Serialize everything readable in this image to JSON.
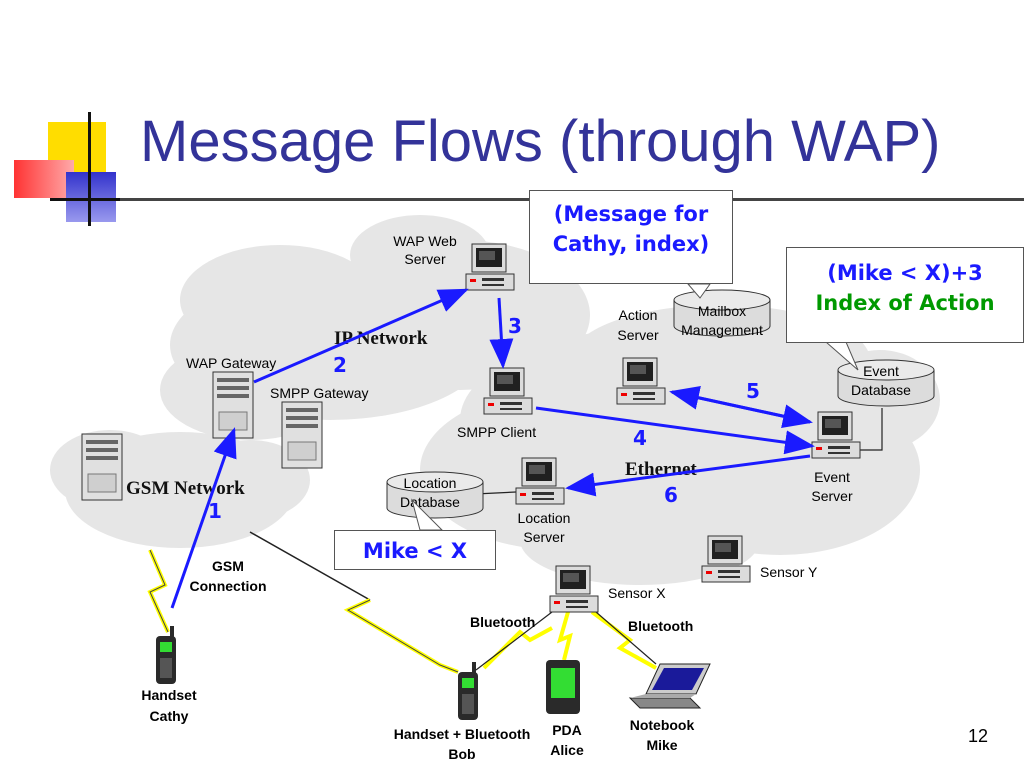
{
  "slide": {
    "title": "Message Flows (through WAP)",
    "page_number": "12"
  },
  "colors": {
    "title": "#333399",
    "flow_arrow": "#1a1aff",
    "callout_green": "#009900",
    "lightning": "#ffff00",
    "cloud": "#e6e6e6"
  },
  "networks": {
    "ip": "IP Network",
    "gsm": "GSM Network",
    "ethernet": "Ethernet"
  },
  "nodes": {
    "wap_web_server": [
      "WAP Web",
      "Server"
    ],
    "wap_gateway": "WAP Gateway",
    "smpp_gateway": "SMPP Gateway",
    "smpp_client": "SMPP  Client",
    "action_server": [
      "Action",
      "Server"
    ],
    "mailbox_management": [
      "Mailbox",
      "Management"
    ],
    "event_database": [
      "Event",
      "Database"
    ],
    "event_server": [
      "Event",
      "Server"
    ],
    "location_database": [
      "Location",
      "Database"
    ],
    "location_server": [
      "Location",
      "Server"
    ],
    "sensor_x": "Sensor X",
    "sensor_y": "Sensor Y",
    "gsm_connection": [
      "GSM",
      "Connection"
    ],
    "handset_cathy": [
      "Handset",
      "Cathy"
    ],
    "handset_bob": [
      "Handset  +  Bluetooth",
      "Bob"
    ],
    "pda_alice": [
      "PDA",
      "Alice"
    ],
    "notebook_mike": [
      "Notebook",
      "Mike"
    ],
    "bluetooth_left": "Bluetooth",
    "bluetooth_right": "Bluetooth"
  },
  "steps": [
    "1",
    "2",
    "3",
    "4",
    "5",
    "6"
  ],
  "callouts": {
    "message": [
      "(Message for",
      "Cathy, index)"
    ],
    "mike_action": [
      "(Mike < X)+3",
      "Index of Action"
    ],
    "mike_x": "Mike < X"
  }
}
